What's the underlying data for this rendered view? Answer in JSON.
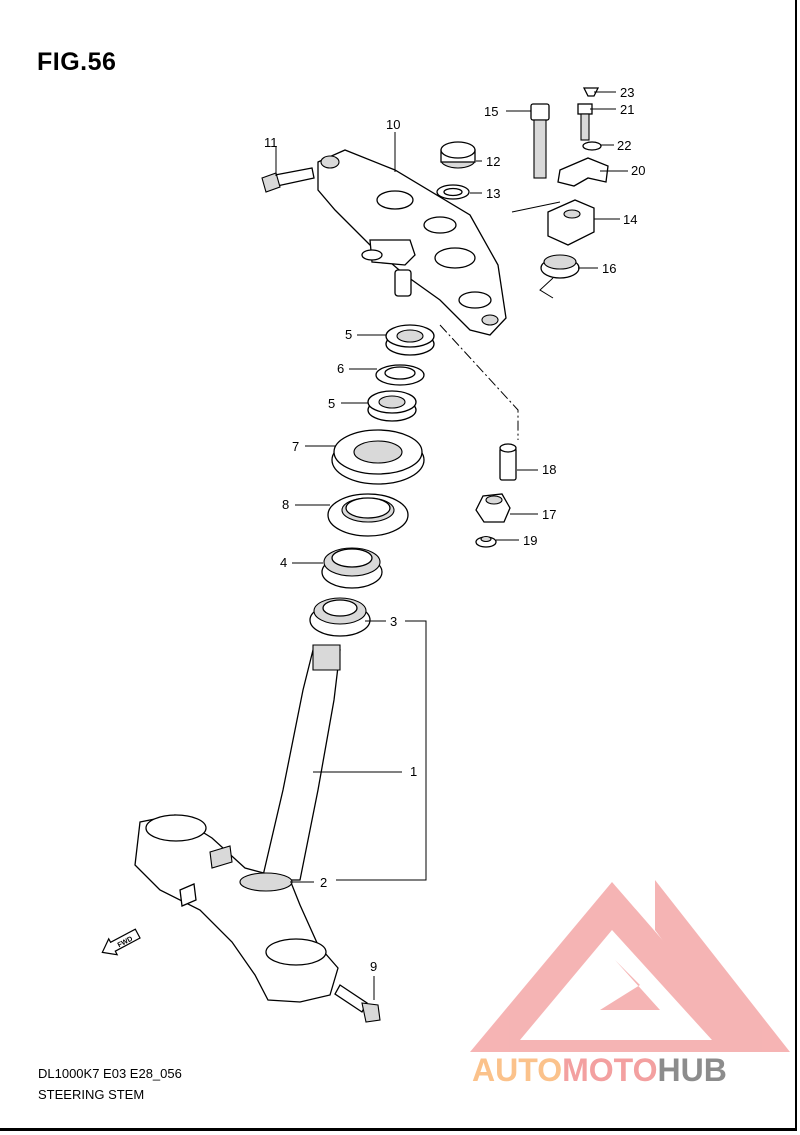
{
  "figure": {
    "title": "FIG.56"
  },
  "footer": {
    "model": "DL1000K7 E03 E28_056",
    "section": "STEERING STEM"
  },
  "callouts": [
    "1",
    "2",
    "3",
    "4",
    "5",
    "5",
    "6",
    "7",
    "8",
    "9",
    "10",
    "11",
    "12",
    "13",
    "14",
    "15",
    "16",
    "17",
    "18",
    "19",
    "20",
    "21",
    "22",
    "23"
  ],
  "watermark": {
    "part1": "AUTO",
    "part2": "MOTO",
    "part3": "HUB",
    "colors": {
      "auto": "#fbc28b",
      "moto": "#f3a0a0",
      "hub": "#8c8c8c",
      "logo": "#f4a7a7"
    }
  },
  "fwd_arrow": {
    "text": "FWD"
  }
}
